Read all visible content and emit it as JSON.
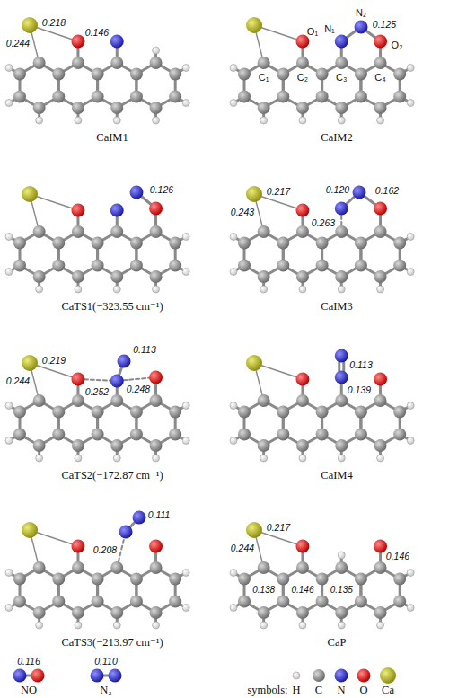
{
  "diagram": {
    "labels": [
      "0.244",
      "0.218",
      "0.146",
      "CaIM1",
      "O₁",
      "N₁",
      "N₂",
      "0.125",
      "O₂",
      "C₁",
      "C₂",
      "C₃",
      "C₄",
      "CaIM2",
      "0.126",
      "CaTS1(−323.55 cm⁻¹)",
      "0.243",
      "0.217",
      "0.120",
      "0.263",
      "0.162",
      "CaIM3",
      "0.244",
      "0.219",
      "0.113",
      "0.252",
      "0.248",
      "CaTS2(−172.87 cm⁻¹)",
      "0.113",
      "0.139",
      "CaIM4",
      "0.111",
      "0.208",
      "CaTS3(−213.97 cm⁻¹)",
      "0.244",
      "0.217",
      "0.138",
      "0.146",
      "0.135",
      "0.146",
      "CaP",
      "0.116",
      "NO",
      "0.110",
      "N₂",
      "symbols:",
      "H",
      "C",
      "N",
      "O",
      "Ca"
    ]
  }
}
